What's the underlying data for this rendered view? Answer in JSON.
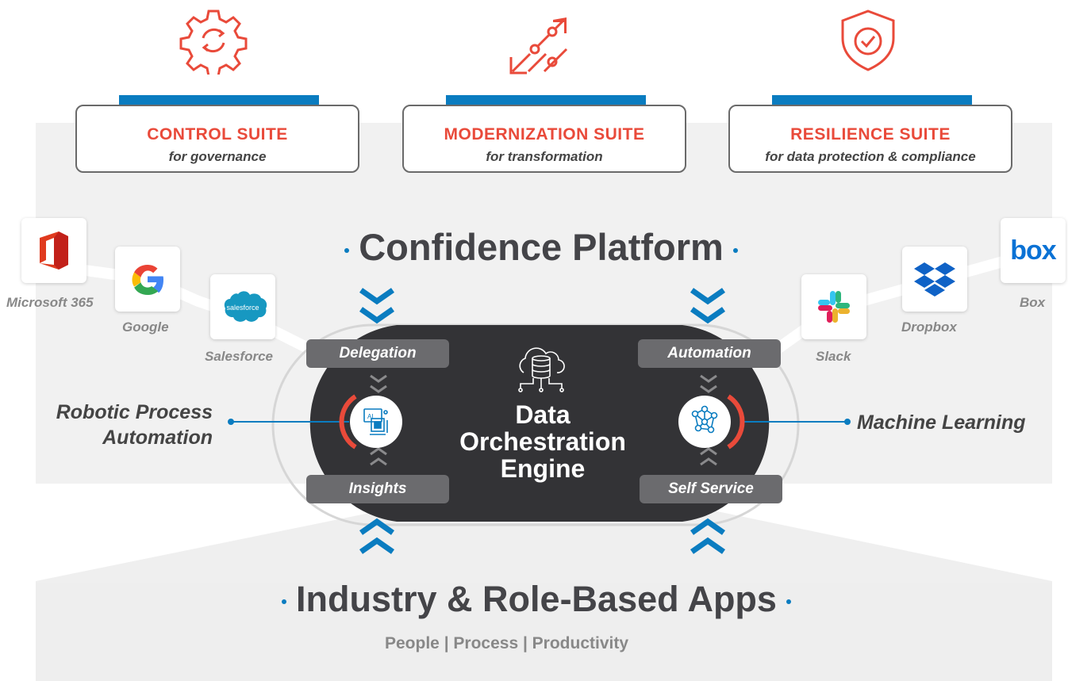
{
  "suites": [
    {
      "title": "CONTROL SUITE",
      "subtitle": "for governance",
      "icon": "gear-sync-icon"
    },
    {
      "title": "MODERNIZATION SUITE",
      "subtitle": "for transformation",
      "icon": "transform-arrows-icon"
    },
    {
      "title": "RESILIENCE SUITE",
      "subtitle": "for data protection & compliance",
      "icon": "shield-check-icon"
    }
  ],
  "platform": {
    "title": "Confidence Platform"
  },
  "apps": {
    "microsoft": "Microsoft 365",
    "google": "Google",
    "salesforce": "Salesforce",
    "slack": "Slack",
    "dropbox": "Dropbox",
    "box": "Box",
    "salesforce_logo_text": "salesforce",
    "box_logo_text": "box"
  },
  "engine": {
    "title_lines": [
      "Data",
      "Orchestration",
      "Engine"
    ],
    "delegation": "Delegation",
    "automation": "Automation",
    "insights": "Insights",
    "self_service": "Self Service",
    "ai_chip_text": "AI"
  },
  "capabilities": {
    "rpa_lines": [
      "Robotic Process",
      "Automation"
    ],
    "ml": "Machine Learning"
  },
  "apps_layer": {
    "title": "Industry & Role-Based Apps",
    "subtitle": "People | Process | Productivity"
  },
  "colors": {
    "accent_red": "#e94a3a",
    "accent_blue": "#0a7cc0",
    "engine_dark": "#333336",
    "label_gray": "#6b6b6e",
    "band_gray": "#f1f1f1"
  }
}
